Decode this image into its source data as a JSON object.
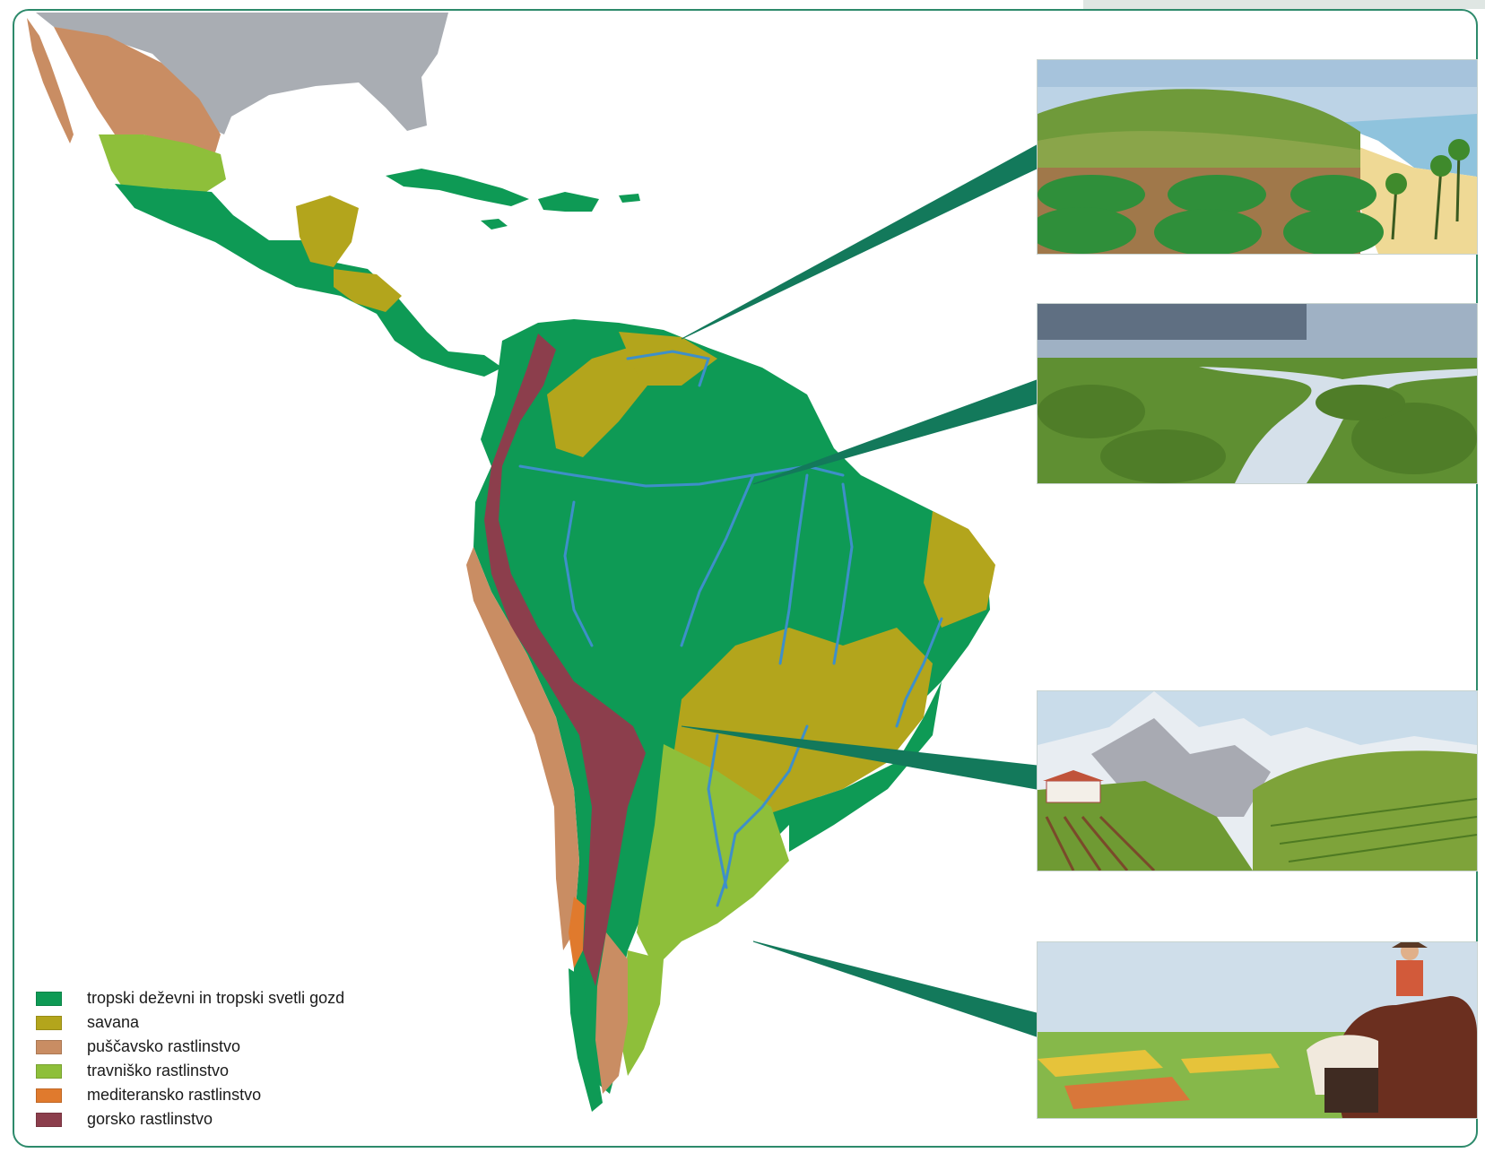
{
  "map": {
    "colors": {
      "ocean": "#ffffff",
      "north_america_land": "#a9adb3",
      "leader_line": "#13795b",
      "river": "#3e8fc9",
      "frame": "#2d8a6b"
    },
    "legend": [
      {
        "label": "tropski deževni in tropski svetli gozd",
        "color": "#0e9a55"
      },
      {
        "label": "savana",
        "color": "#b3a51c"
      },
      {
        "label": "puščavsko rastlinstvo",
        "color": "#c98d63"
      },
      {
        "label": "travniško rastlinstvo",
        "color": "#8ebf3a"
      },
      {
        "label": "mediteransko rastlinstvo",
        "color": "#e07a2d"
      },
      {
        "label": "gorsko rastlinstvo",
        "color": "#8c3e4c"
      }
    ],
    "illustrations": [
      {
        "icon": "tropical-plantation-coast-illustration"
      },
      {
        "icon": "rainforest-river-illustration"
      },
      {
        "icon": "andean-mountain-terraces-illustration"
      },
      {
        "icon": "pampas-gaucho-cattle-illustration"
      }
    ]
  }
}
